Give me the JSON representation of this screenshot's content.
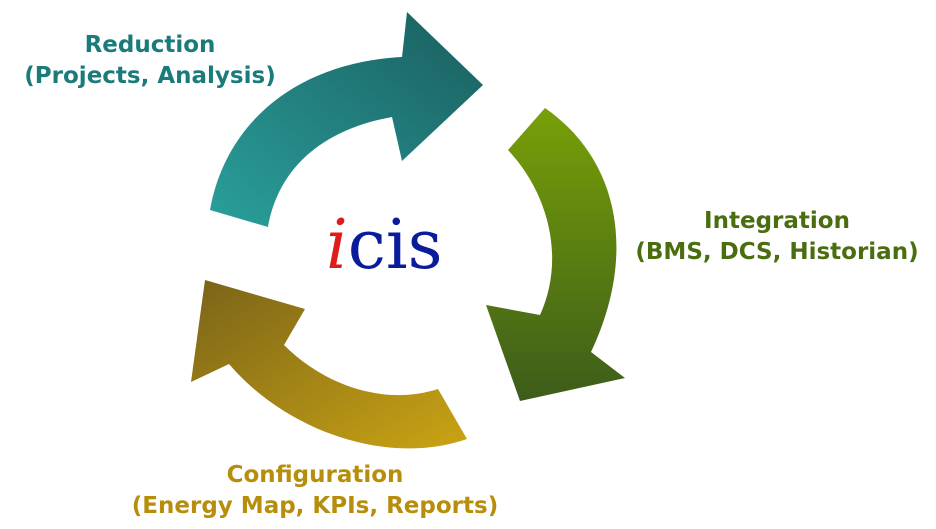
{
  "colors": {
    "reduction": "#1b7b7b",
    "integration": "#4a6d10",
    "configuration": "#b78e0c",
    "logo_i": "#e01b1b",
    "logo_rest": "#0a1b9b"
  },
  "logo": {
    "i": "i",
    "rest": "cis"
  },
  "stages": {
    "reduction": {
      "title": "Reduction",
      "subtitle": "(Projects, Analysis)",
      "icon": "arrow-clockwise-icon"
    },
    "integration": {
      "title": "Integration",
      "subtitle": "(BMS, DCS, Historian)",
      "icon": "arrow-clockwise-icon"
    },
    "configuration": {
      "title": "Configuration",
      "subtitle": "(Energy Map, KPIs, Reports)",
      "icon": "arrow-clockwise-icon"
    }
  }
}
